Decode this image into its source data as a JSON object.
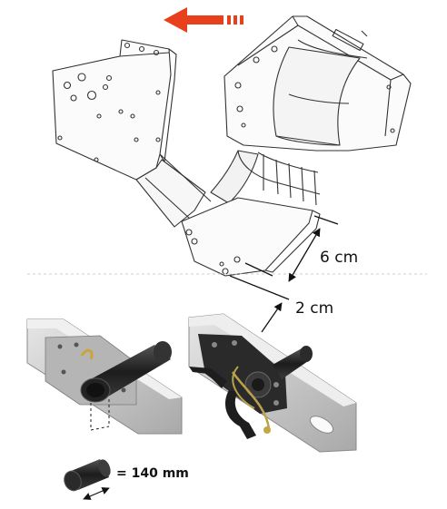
{
  "diagram": {
    "dimensions": {
      "upper": "6 cm",
      "lower": "2 cm"
    },
    "tube_length": "= 140 mm",
    "colors": {
      "direction_arrow": "#e8401c",
      "line_art": "#333333",
      "frame_metal": "#c9c9c9",
      "bracket_dark": "#2a2a2a",
      "cable": "#b9a24a"
    },
    "icons": [
      "direction-arrow-icon",
      "dimension-arrow-icon"
    ]
  }
}
